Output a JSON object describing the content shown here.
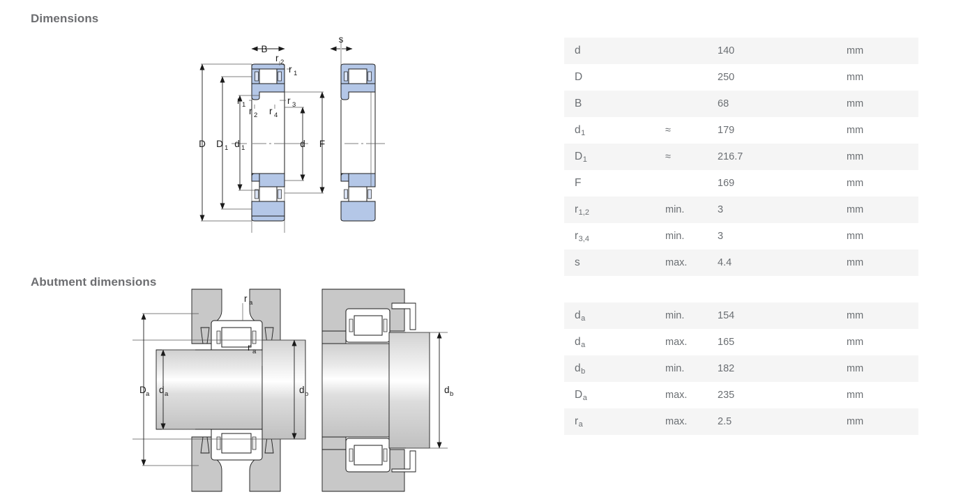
{
  "sections": {
    "dimensions_heading": "Dimensions",
    "abutment_heading": "Abutment dimensions"
  },
  "dimensions_table": {
    "rows": [
      {
        "symbol": "d",
        "sub": "",
        "qualifier": "",
        "value": "140",
        "unit": "mm"
      },
      {
        "symbol": "D",
        "sub": "",
        "qualifier": "",
        "value": "250",
        "unit": "mm"
      },
      {
        "symbol": "B",
        "sub": "",
        "qualifier": "",
        "value": "68",
        "unit": "mm"
      },
      {
        "symbol": "d",
        "sub": "1",
        "qualifier": "≈",
        "value": "179",
        "unit": "mm"
      },
      {
        "symbol": "D",
        "sub": "1",
        "qualifier": "≈",
        "value": "216.7",
        "unit": "mm"
      },
      {
        "symbol": "F",
        "sub": "",
        "qualifier": "",
        "value": "169",
        "unit": "mm"
      },
      {
        "symbol": "r",
        "sub": "1,2",
        "qualifier": "min.",
        "value": "3",
        "unit": "mm"
      },
      {
        "symbol": "r",
        "sub": "3,4",
        "qualifier": "min.",
        "value": "3",
        "unit": "mm"
      },
      {
        "symbol": "s",
        "sub": "",
        "qualifier": "max.",
        "value": "4.4",
        "unit": "mm"
      }
    ]
  },
  "abutment_table": {
    "rows": [
      {
        "symbol": "d",
        "sub": "a",
        "qualifier": "min.",
        "value": "154",
        "unit": "mm"
      },
      {
        "symbol": "d",
        "sub": "a",
        "qualifier": "max.",
        "value": "165",
        "unit": "mm"
      },
      {
        "symbol": "d",
        "sub": "b",
        "qualifier": "min.",
        "value": "182",
        "unit": "mm"
      },
      {
        "symbol": "D",
        "sub": "a",
        "qualifier": "max.",
        "value": "235",
        "unit": "mm"
      },
      {
        "symbol": "r",
        "sub": "a",
        "qualifier": "max.",
        "value": "2.5",
        "unit": "mm"
      }
    ]
  },
  "dimensions_drawing": {
    "labels": {
      "B": "B",
      "s": "s",
      "D": "D",
      "D1_base": "D",
      "D1_sub": "1",
      "d1_base": "d",
      "d1_sub": "1",
      "d": "d",
      "F": "F",
      "r1": "r",
      "r1_sub": "1",
      "r2": "r",
      "r2_sub": "2",
      "r3": "r",
      "r3_sub": "3",
      "r4": "r",
      "r4_sub": "4"
    }
  },
  "abutment_drawing": {
    "labels": {
      "Da_base": "D",
      "Da_sub": "a",
      "da_base": "d",
      "da_sub": "a",
      "db_base": "d",
      "db_sub": "b",
      "ra_base": "r",
      "ra_sub": "a"
    }
  },
  "colors": {
    "heading": "#6d6e71",
    "table_text": "#6b6f73",
    "row_stripe": "#f5f5f5",
    "bearing_blue": "#b4c7e7",
    "bearing_line": "#1a1a1a",
    "metal_gray": "#c8c8c8"
  }
}
